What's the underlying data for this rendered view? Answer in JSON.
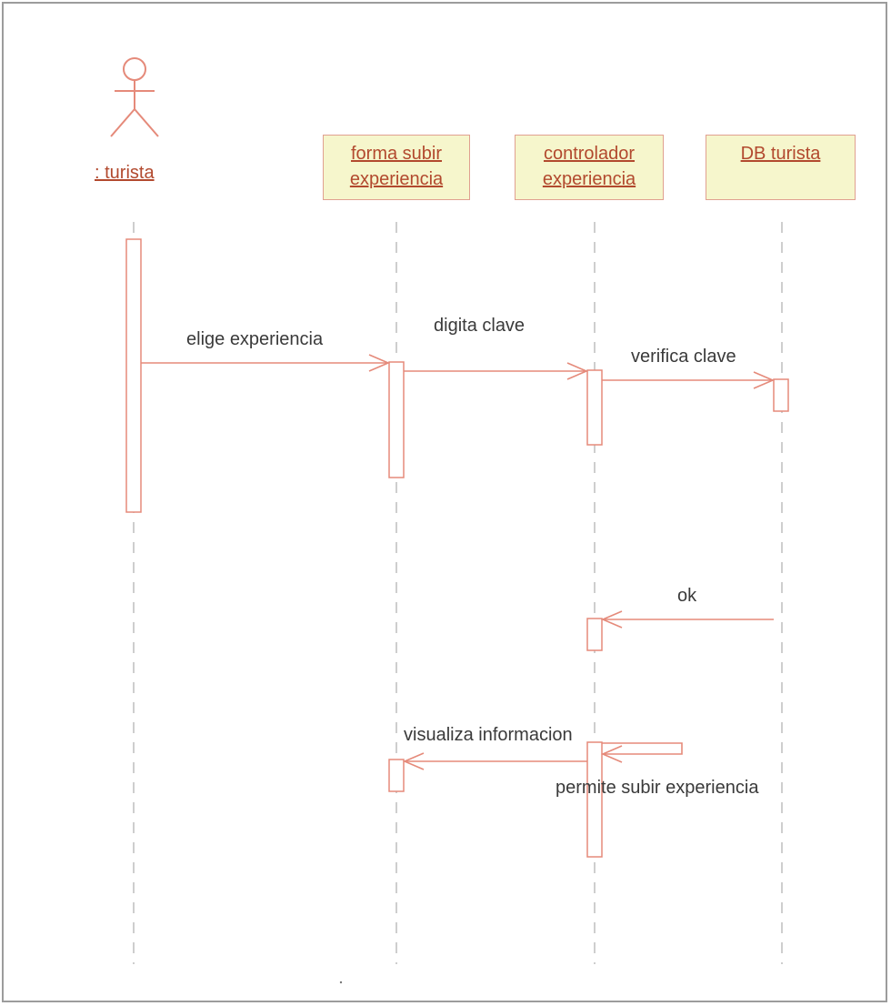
{
  "actor": {
    "label": ": turista"
  },
  "objects": [
    {
      "id": "forma",
      "line1": "forma subir",
      "line2": "experiencia"
    },
    {
      "id": "controlador",
      "line1": "controlador",
      "line2": "experiencia"
    },
    {
      "id": "db",
      "line1": "DB turista",
      "line2": ""
    }
  ],
  "messages": [
    {
      "id": "m1",
      "from": "turista",
      "to": "forma",
      "label": "elige experiencia"
    },
    {
      "id": "m2",
      "from": "forma",
      "to": "controlador",
      "label": "digita clave"
    },
    {
      "id": "m3",
      "from": "controlador",
      "to": "db",
      "label": "verifica clave"
    },
    {
      "id": "m4",
      "from": "db",
      "to": "controlador",
      "label": "ok"
    },
    {
      "id": "m5",
      "from": "controlador",
      "to": "controlador",
      "label": "permite subir experiencia"
    },
    {
      "id": "m6",
      "from": "controlador",
      "to": "forma",
      "label": "visualiza informacion"
    }
  ],
  "colors": {
    "line": "#e58a7a",
    "lifeline": "#bdbdbd",
    "object_fill": "#f6f6cc",
    "text": "#3a3a3a",
    "object_text": "#b2492e"
  }
}
